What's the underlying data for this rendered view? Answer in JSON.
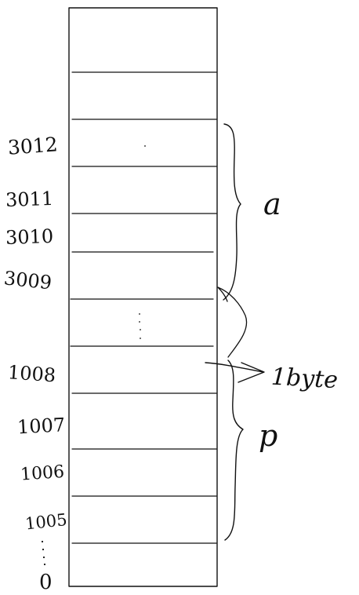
{
  "memory_diagram": {
    "address_labels": [
      "3012",
      "3011",
      "3010",
      "3009",
      "1008",
      "1007",
      "1006",
      "1005"
    ],
    "bottom_label": "0",
    "brace_labels": {
      "upper": "a",
      "lower": "p"
    },
    "arrow_label": "1byte"
  },
  "colors": {
    "ink": "#111111",
    "background": "#ffffff"
  }
}
